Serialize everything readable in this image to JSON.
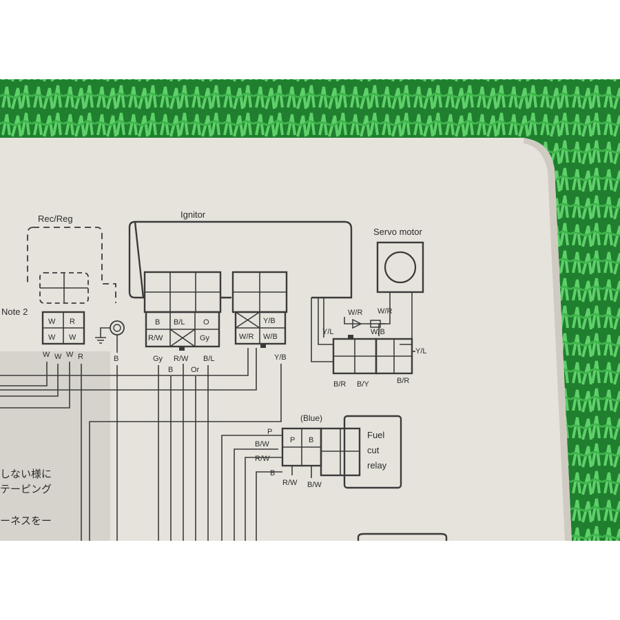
{
  "components": {
    "rec_reg": "Rec/Reg",
    "note": "Note 2",
    "ignitor": "Ignitor",
    "servo_motor": "Servo motor",
    "fuel_relay_connector": "(Blue)",
    "fuel_relay_line1": "Fuel",
    "fuel_relay_line2": "cut",
    "fuel_relay_line3": "relay"
  },
  "wire_labels": {
    "rr_w1": "W",
    "rr_r1": "R",
    "rr_w2": "W",
    "rr_w3": "W",
    "rr_out_w1": "W",
    "rr_out_w2": "W",
    "rr_out_w3": "W",
    "rr_out_r": "R",
    "gnd_b": "B",
    "ig_b": "B",
    "ig_bl": "B/L",
    "ig_o": "O",
    "ig_rw": "R/W",
    "ig_gy": "Gy",
    "ig2_yb": "Y/B",
    "ig2_wr": "W/R",
    "ig2_wb": "W/B",
    "ig_out_gy": "Gy",
    "ig_out_rw": "R/W",
    "ig_out_bl": "B/L",
    "ig_out_b": "B",
    "ig_out_or": "Or",
    "ig_out_yb": "Y/B",
    "sv_wr1": "W/R",
    "sv_wr2": "W/R",
    "sv_wb": "W/B",
    "sv_yl1": "Y/L",
    "sv_yl2": "Y/L",
    "sv_br1": "B/R",
    "sv_by": "B/Y",
    "sv_br2": "B/R",
    "fr_p1": "P",
    "fr_p2": "P",
    "fr_b1": "B",
    "fr_bw": "B/W",
    "fr_rw": "R/W",
    "fr_b2": "B",
    "fr_out_rw": "R/W",
    "fr_out_bw": "B/W"
  },
  "japanese_text": {
    "line1": "しない様に",
    "line2": "テーピング",
    "line3": "ーネスをー"
  },
  "colors": {
    "grass": "#2f9a3a",
    "paper": "#e6e3dc",
    "ink": "#2b2b2b",
    "gray_panel": "#d6d3cc"
  }
}
